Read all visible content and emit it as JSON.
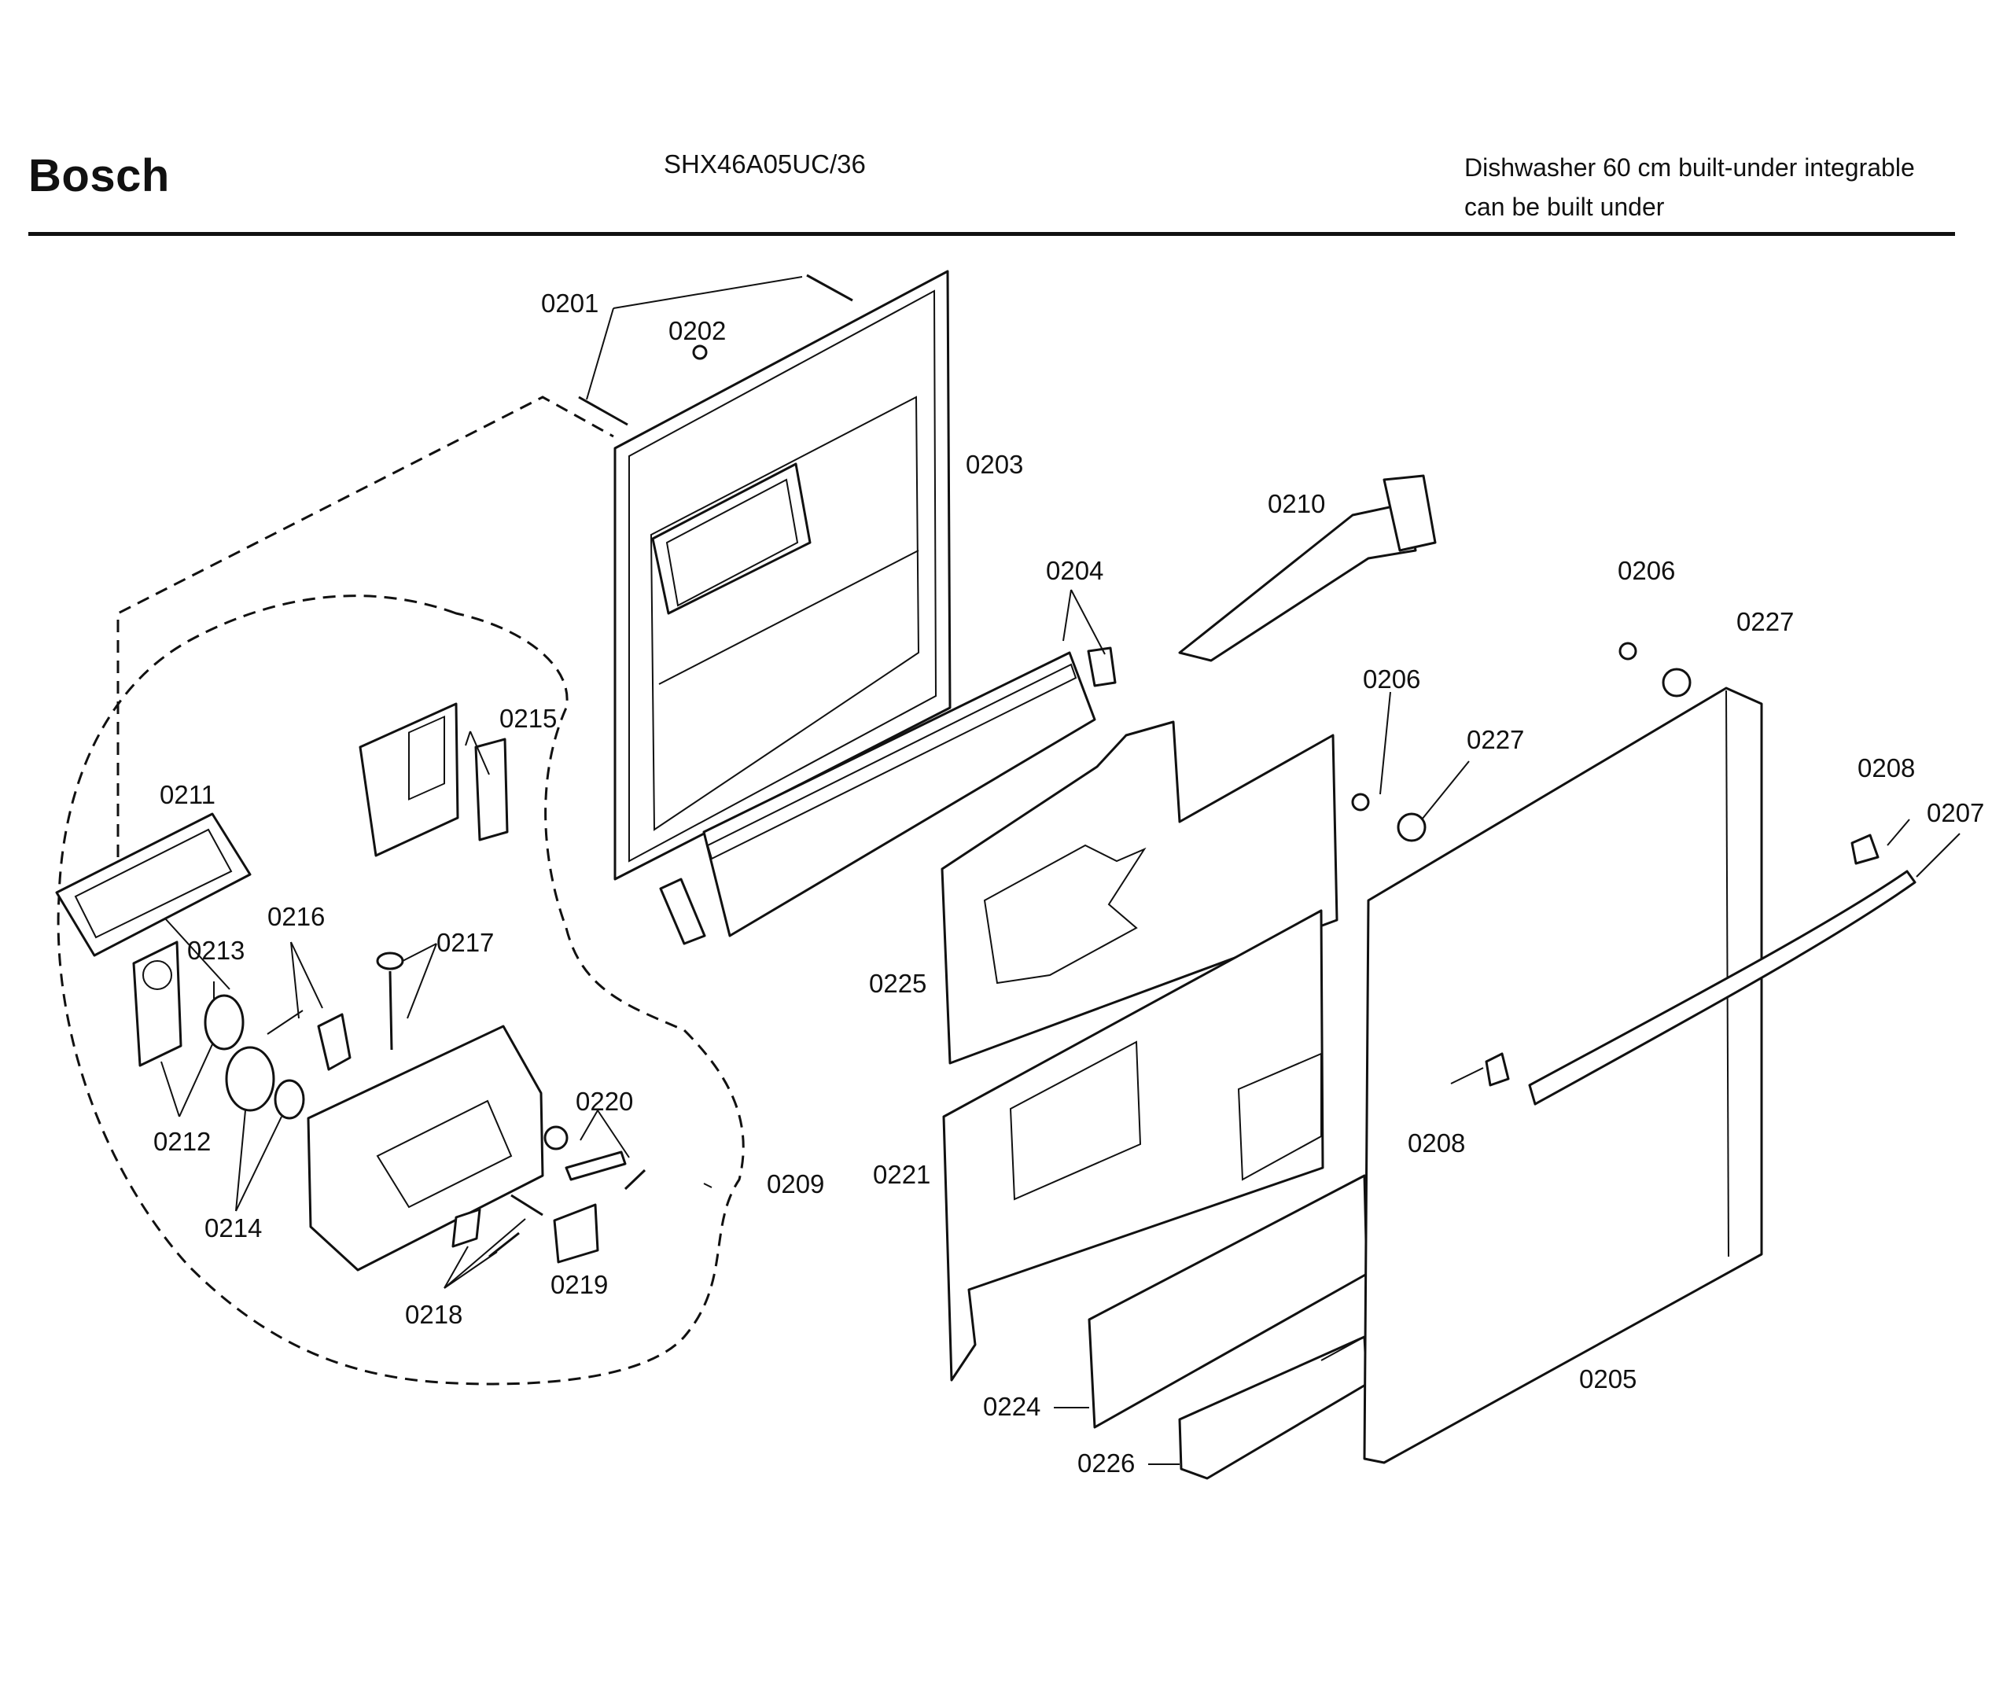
{
  "header": {
    "brand": "Bosch",
    "model": "SHX46A05UC/36",
    "description_line1": "Dishwasher 60 cm built-under integrable",
    "description_line2": "can be built under"
  },
  "part_labels": {
    "p0201": "0201",
    "p0202": "0202",
    "p0203": "0203",
    "p0204": "0204",
    "p0205": "0205",
    "p0206a": "0206",
    "p0206b": "0206",
    "p0207": "0207",
    "p0208a": "0208",
    "p0208b": "0208",
    "p0209": "0209",
    "p0210": "0210",
    "p0211": "0211",
    "p0212": "0212",
    "p0213": "0213",
    "p0214": "0214",
    "p0215": "0215",
    "p0216": "0216",
    "p0217": "0217",
    "p0218": "0218",
    "p0219": "0219",
    "p0220": "0220",
    "p0221": "0221",
    "p0224": "0224",
    "p0225": "0225",
    "p0226": "0226",
    "p0227a": "0227",
    "p0227b": "0227"
  }
}
